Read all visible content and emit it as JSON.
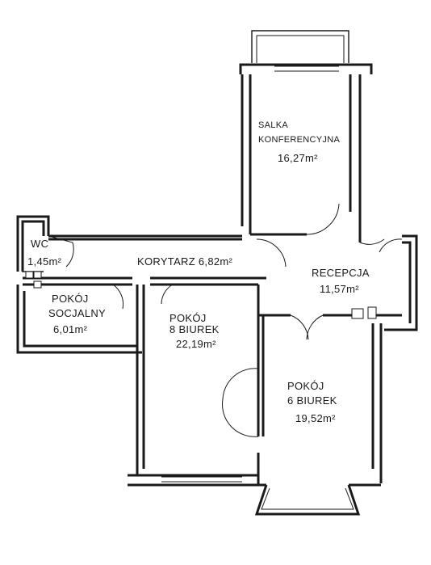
{
  "rooms": {
    "salka": {
      "name_line1": "SALKA",
      "name_line2": "KONFERENCYJNA",
      "area": "16,27m²"
    },
    "wc": {
      "name": "WC",
      "area": "1,45m²"
    },
    "korytarz": {
      "name_area": "KORYTARZ 6,82m²"
    },
    "recepcja": {
      "name": "RECEPCJA",
      "area": "11,57m²"
    },
    "socjalny": {
      "name_line1": "POKÓJ",
      "name_line2": "SOCJALNY",
      "area": "6,01m²"
    },
    "pokoj8": {
      "name_line1": "POKÓJ",
      "name_line2": "8  BIUREK",
      "area": "22,19m²"
    },
    "pokoj6": {
      "name_line1": "POKÓJ",
      "name_line2": "6  BIUREK",
      "area": "19,52m²"
    }
  }
}
